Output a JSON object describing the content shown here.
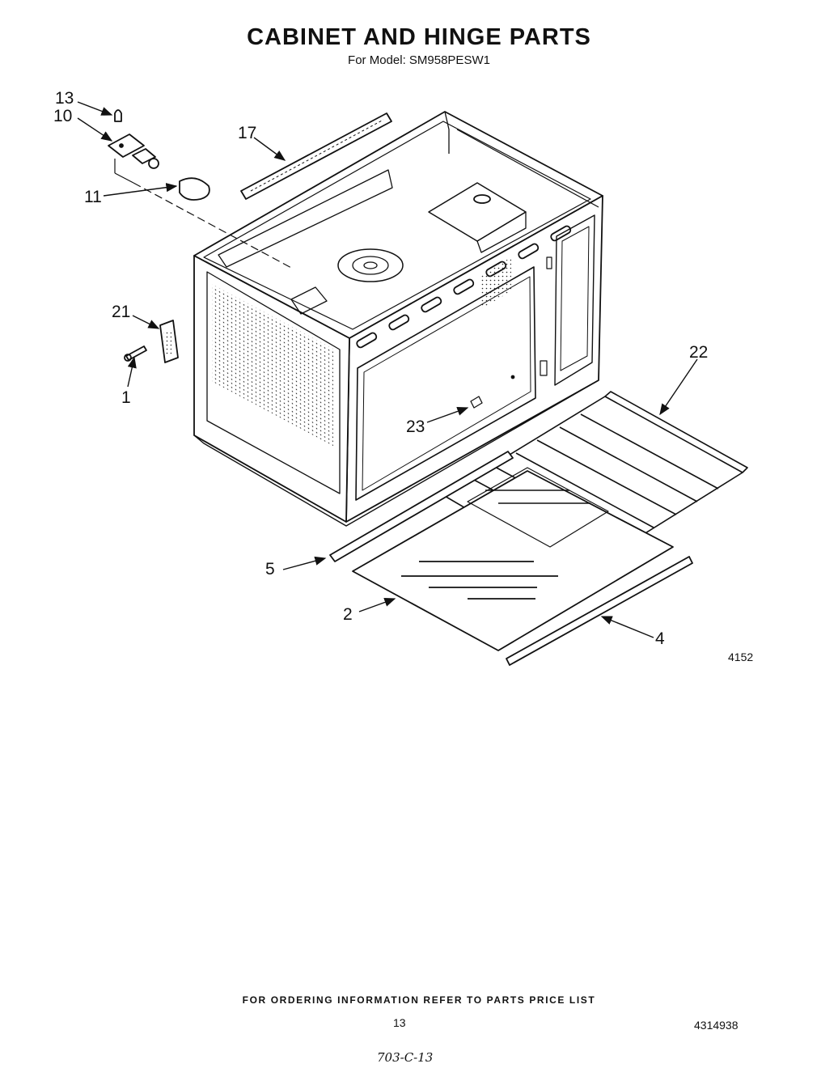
{
  "header": {
    "title": "CABINET AND HINGE PARTS",
    "subtitle": "For Model: SM958PESW1"
  },
  "callouts": {
    "c13": "13",
    "c10": "10",
    "c17": "17",
    "c11": "11",
    "c21": "21",
    "c1": "1",
    "c22": "22",
    "c23": "23",
    "c5": "5",
    "c2": "2",
    "c4": "4"
  },
  "figure_number": "4152",
  "footer": {
    "note": "FOR ORDERING INFORMATION REFER TO PARTS PRICE LIST",
    "page_number": "13",
    "document_number": "4314938",
    "handwritten": "703-C-13"
  }
}
